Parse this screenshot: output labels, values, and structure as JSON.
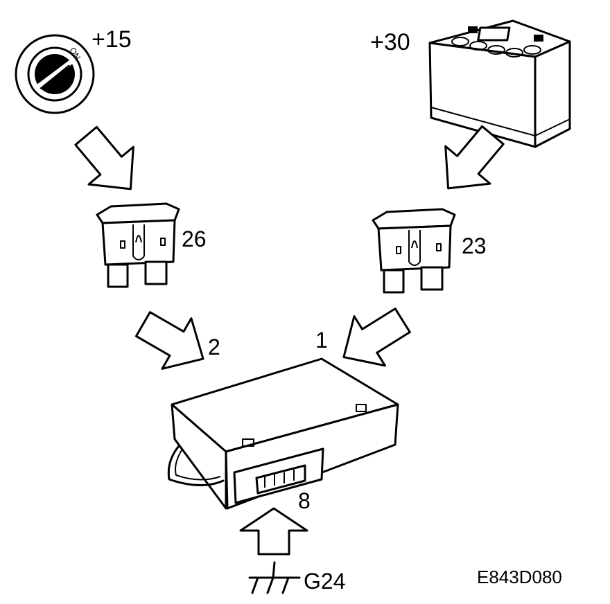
{
  "labels": {
    "ignition_voltage": "+15",
    "battery_voltage": "+30",
    "fuse_left_number": "26",
    "fuse_right_number": "23",
    "pin_left": "2",
    "pin_right": "1",
    "pin_ground": "8",
    "ground_point": "G24",
    "ignition_switch_marking": "ON",
    "figure_code": "E843D080"
  },
  "icons": {
    "ignition": "ignition-switch-icon",
    "battery": "battery-icon",
    "fuse": "blade-fuse-icon",
    "module": "control-module-icon",
    "ground": "ground-symbol-icon",
    "arrow": "hollow-arrow-icon"
  },
  "colors": {
    "ink": "#000000",
    "paper": "#ffffff"
  }
}
